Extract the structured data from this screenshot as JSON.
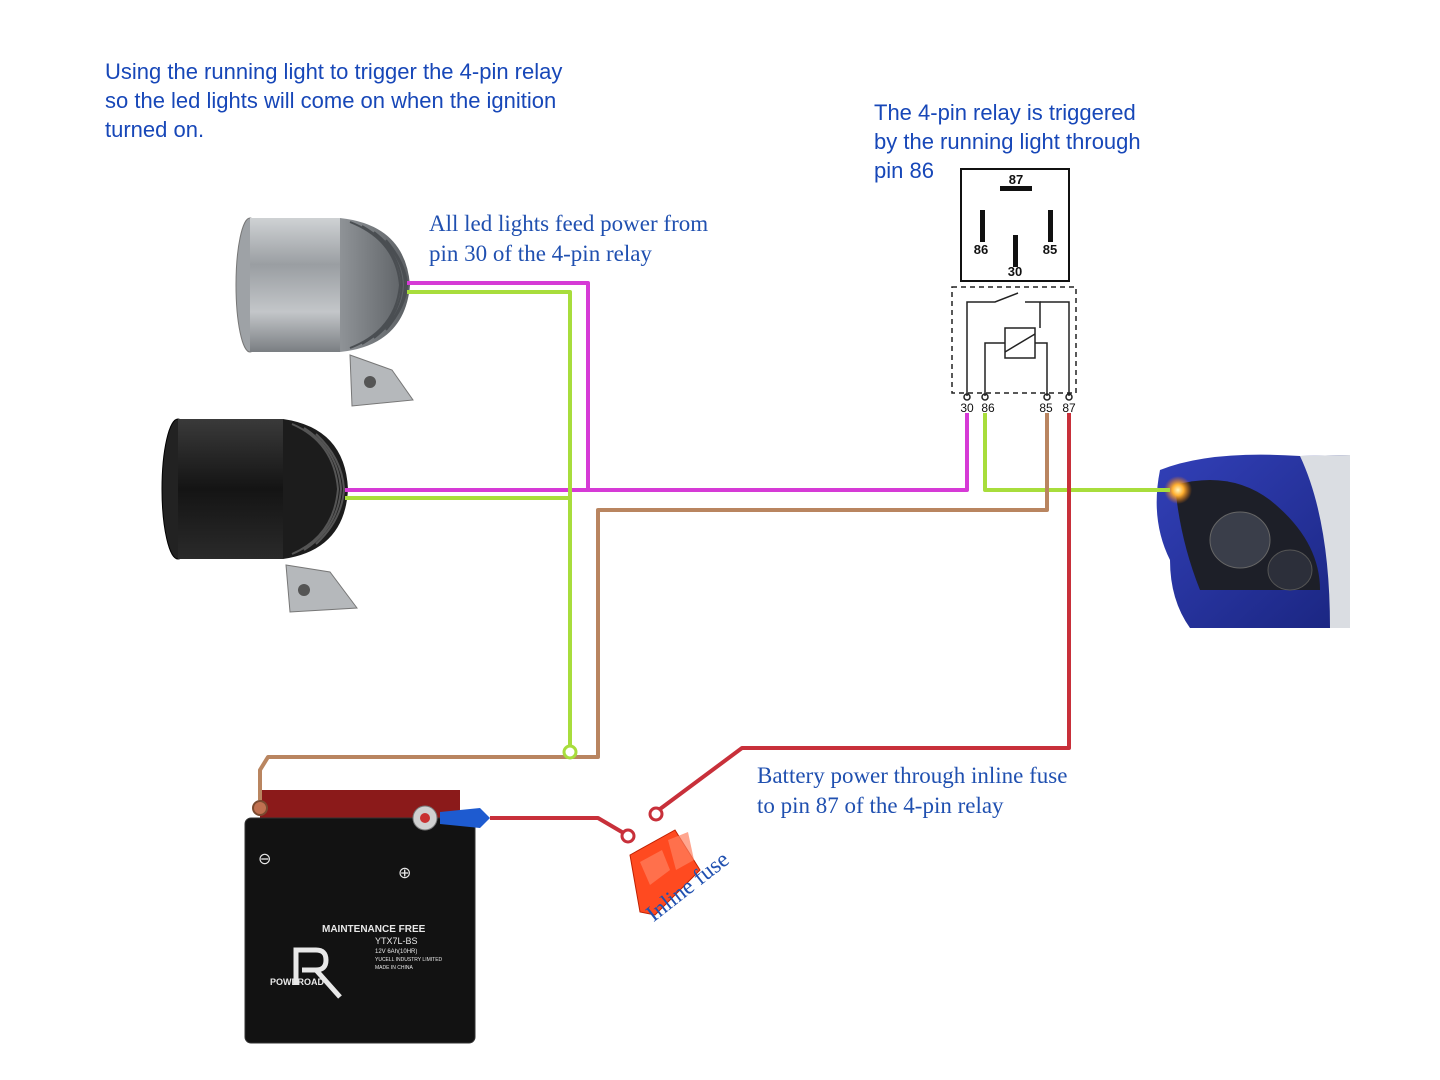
{
  "notes": {
    "top": "Using the running light to trigger the 4-pin relay\nso the led lights will come on when the ignition\nturned on.",
    "relay": "The 4-pin relay is triggered\nby the running light through\npin 86",
    "led": "All led lights feed power from\npin 30 of the 4-pin relay",
    "battery": "Battery power through inline fuse\nto pin 87 of the 4-pin relay",
    "fuse": "Inline fuse"
  },
  "relay": {
    "pins": {
      "p87": "87",
      "p86": "86",
      "p85": "85",
      "p30": "30"
    },
    "bottom_pins": [
      "30",
      "86",
      "85",
      "87"
    ]
  },
  "battery": {
    "brand": "POWEROAD",
    "type_label": "MAINTENANCE FREE",
    "model": "YTX7L-BS",
    "spec": "12V  6Ah(10HR)",
    "maker": "YUCELL INDUSTRY LIMITED",
    "origin": "MADE IN CHINA",
    "neg_symbol": "⊖",
    "pos_symbol": "⊕"
  },
  "colors": {
    "pin30_wire": "#d63ad6",
    "pin86_wire": "#a8dd3c",
    "pin85_wire": "#b98560",
    "pin87_wire": "#c8303a",
    "text": "#1747b8"
  }
}
